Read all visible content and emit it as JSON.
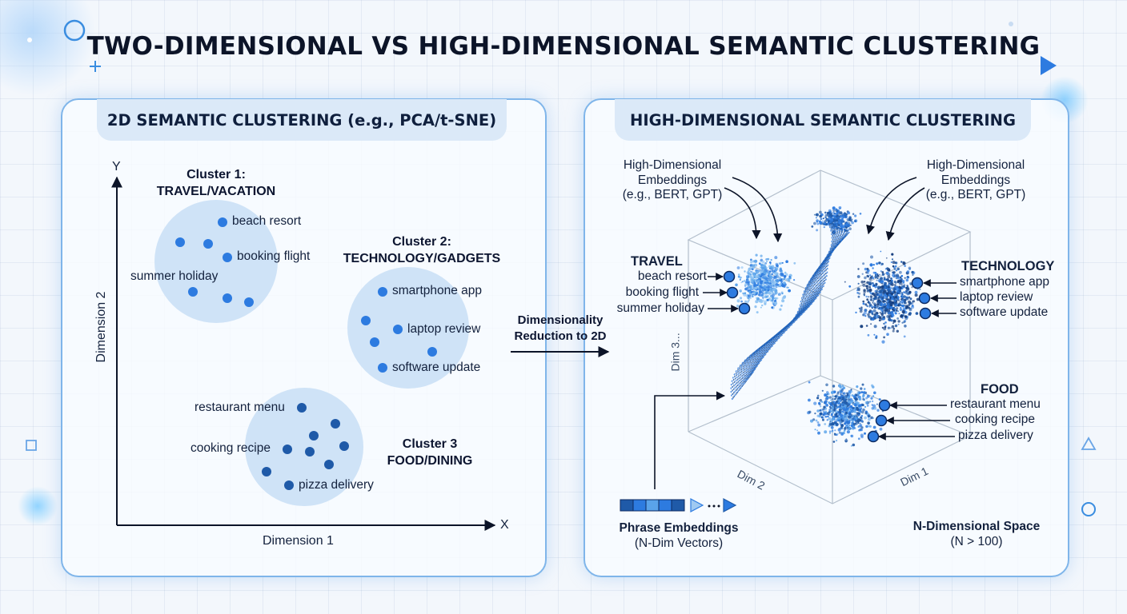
{
  "title": "TWO-DIMENSIONAL VS HIGH-DIMENSIONAL SEMANTIC CLUSTERING",
  "left_panel": {
    "header": "2D SEMANTIC CLUSTERING (e.g., PCA/t-SNE)",
    "y_axis_letter": "Y",
    "x_axis_letter": "X",
    "y_axis_label": "Dimension 2",
    "x_axis_label": "Dimension 1",
    "clusters": [
      {
        "title_line1": "Cluster 1:",
        "title_line2": "TRAVEL/VACATION",
        "items": [
          "beach resort",
          "booking flight",
          "summer holiday"
        ]
      },
      {
        "title_line1": "Cluster 2:",
        "title_line2": "TECHNOLOGY/GADGETS",
        "items": [
          "smartphone app",
          "laptop review",
          "software update"
        ]
      },
      {
        "title_line1": "Cluster 3",
        "title_line2": "FOOD/DINING",
        "items": [
          "restaurant menu",
          "cooking recipe",
          "pizza delivery"
        ]
      }
    ]
  },
  "middle": {
    "line1": "Dimensionality",
    "line2": "Reduction to 2D"
  },
  "right_panel": {
    "header": "HIGH-DIMENSIONAL SEMANTIC CLUSTERING",
    "embeddings_left": {
      "line1": "High-Dimensional",
      "line2": "Embeddings",
      "line3": "(e.g., BERT, GPT)"
    },
    "embeddings_right": {
      "line1": "High-Dimensional",
      "line2": "Embeddings",
      "line3": "(e.g., BERT, GPT)"
    },
    "travel": {
      "title": "TRAVEL",
      "items": [
        "beach resort",
        "booking flight",
        "summer holiday"
      ]
    },
    "technology": {
      "title": "TECHNOLOGY",
      "items": [
        "smartphone app",
        "laptop review",
        "software update"
      ]
    },
    "food": {
      "title": "FOOD",
      "items": [
        "restaurant menu",
        "cooking recipe",
        "pizza delivery"
      ]
    },
    "axes": {
      "dim1": "Dim 1",
      "dim2": "Dim 2",
      "dim3": "Dim 3..."
    },
    "phrase_embeddings": {
      "line1": "Phrase Embeddings",
      "line2": "(N-Dim Vectors)"
    },
    "space": {
      "line1": "N-Dimensional Space",
      "line2": "(N > 100)"
    }
  },
  "colors": {
    "dark_blue": "#1f5aa8",
    "mid_blue": "#2d7be0",
    "light_blue": "#5aa3ea",
    "cluster_fill": "#cfe3f7",
    "panel_border": "#7fb5ea"
  }
}
